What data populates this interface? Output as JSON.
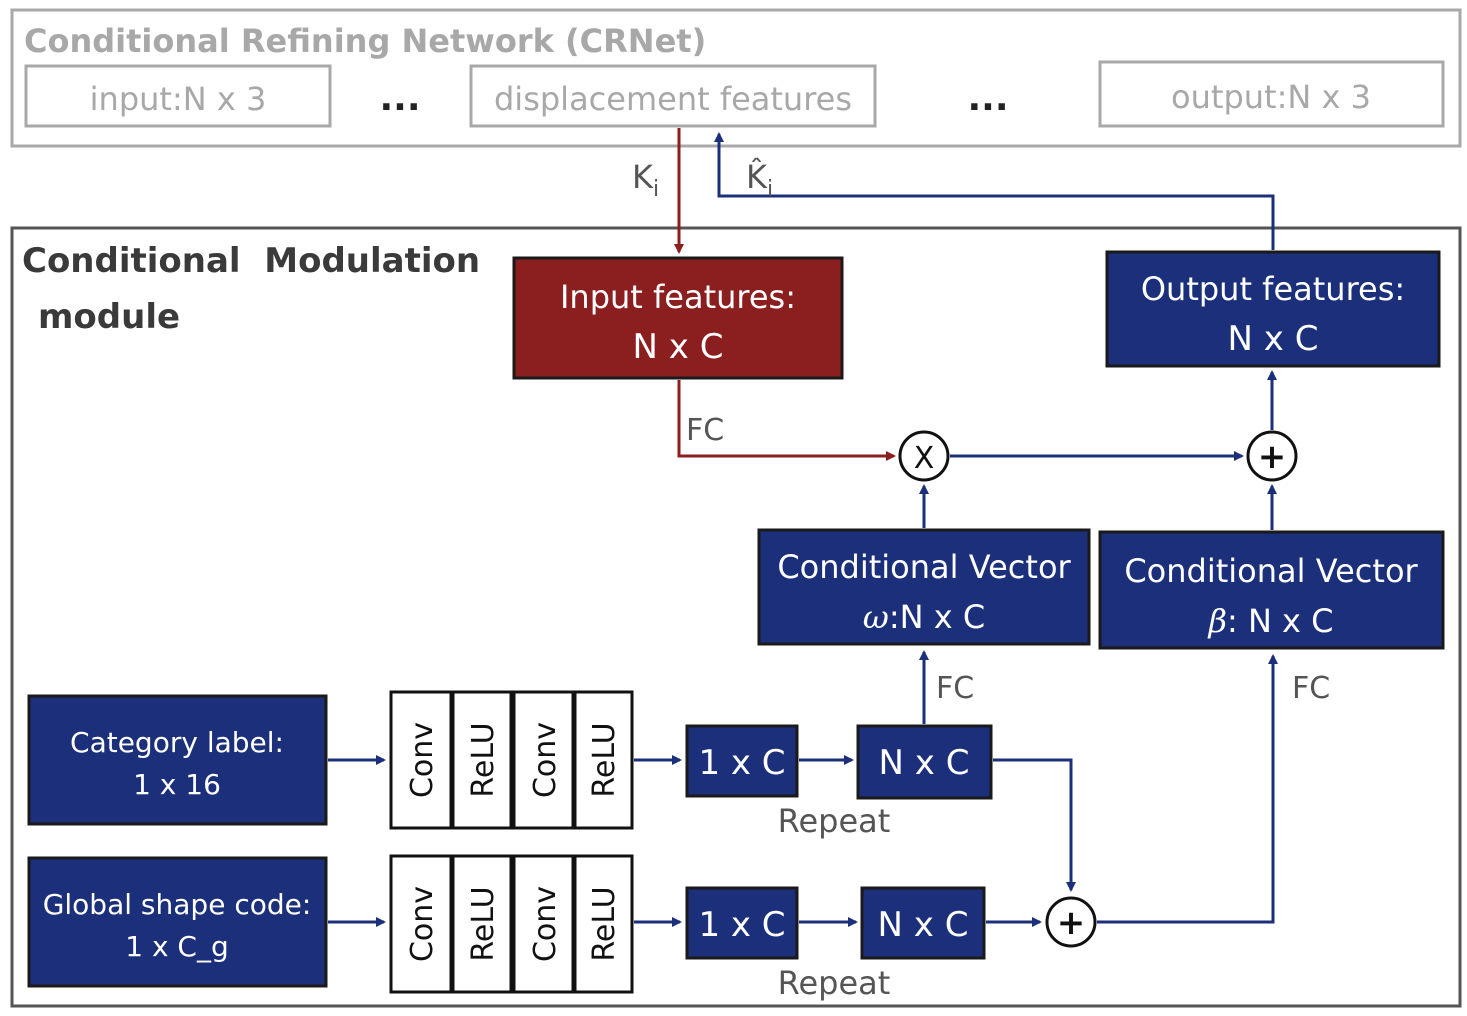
{
  "crnet": {
    "title": "Conditional Refining Network (CRNet)",
    "input_label": "input:N x 3",
    "ellipsis": "...",
    "displacement_label": "displacement features",
    "output_label": "output:N x 3"
  },
  "arrows": {
    "k_in": "K",
    "k_in_sub": "i",
    "k_out": "K̂",
    "k_out_sub": "i"
  },
  "module": {
    "title_line1": "Conditional  Modulation",
    "title_line2": "module",
    "input_features_line1": "Input features:",
    "input_features_line2": "N x C",
    "output_features_line1": "Output features:",
    "output_features_line2": "N x C",
    "fc": "FC",
    "cond_omega_line1": "Conditional Vector",
    "cond_omega_sym": "ω",
    "cond_omega_line2": ":N x C",
    "cond_beta_line1": "Conditional Vector",
    "cond_beta_sym": "β",
    "cond_beta_line2": ": N x C",
    "category_line1": "Category label:",
    "category_line2": "1 x 16",
    "global_line1": "Global shape code:",
    "global_line2": "1 x C_g",
    "conv": "Conv",
    "relu": "ReLU",
    "one_c": "1 x C",
    "n_c": "N x C",
    "repeat": "Repeat",
    "times_op": "X",
    "plus_op": "+"
  },
  "colors": {
    "navy": "#1b2f7a",
    "crimson": "#8b1e1e",
    "gray": "#a8a8a8",
    "dark_gray": "#555555"
  }
}
